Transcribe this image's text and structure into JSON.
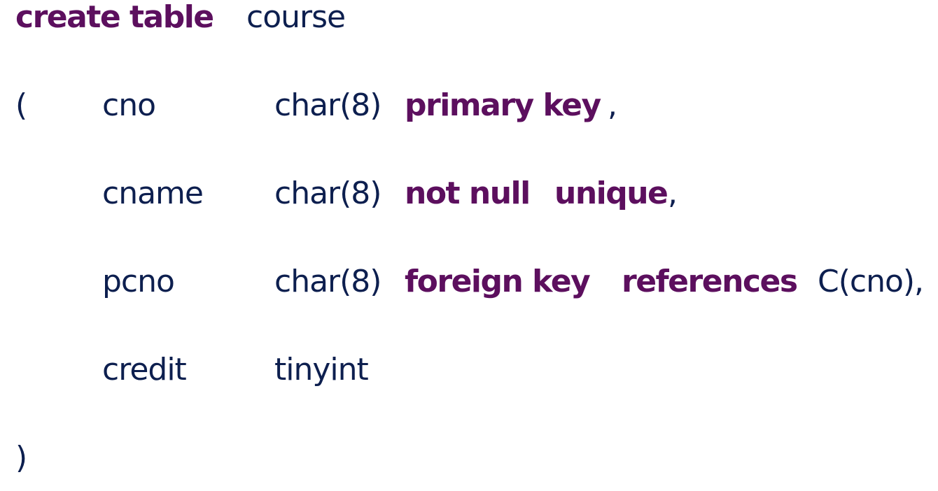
{
  "colors": {
    "keyword": "#5c0f5e",
    "text": "#0d1f4f",
    "background": "#ffffff"
  },
  "sql": {
    "line1": {
      "kw": "create table",
      "name": "course"
    },
    "open_paren": "(",
    "columns": [
      {
        "name": "cno",
        "type": "char(8)",
        "constraint": "primary key",
        "tail": " ,"
      },
      {
        "name": "cname",
        "type": "char(8)",
        "constraint_a": "not null",
        "constraint_b": "unique",
        "tail": ","
      },
      {
        "name": "pcno",
        "type": "char(8)",
        "constraint_a": "foreign key",
        "constraint_b": "references",
        "ref": "C(cno),"
      },
      {
        "name": "credit",
        "type": "tinyint"
      }
    ],
    "close_paren": ")"
  }
}
